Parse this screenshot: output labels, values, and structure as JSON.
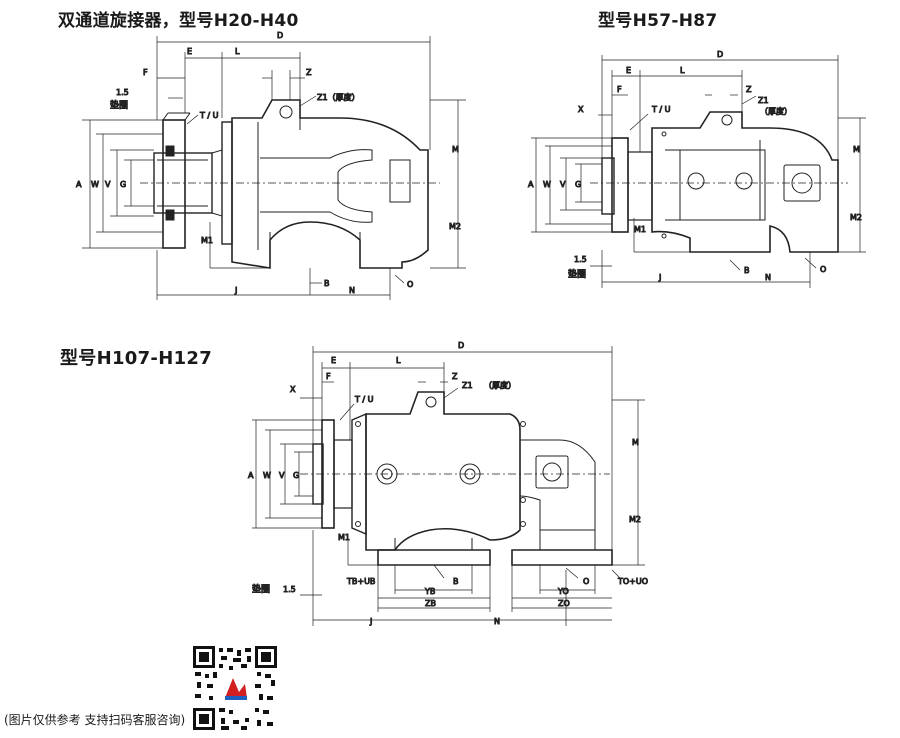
{
  "titles": {
    "top_left": "双通道旋接器，型号H20-H40",
    "top_right": "型号H57-H87",
    "bottom": "型号H107-H127"
  },
  "labels": {
    "D": "D",
    "E": "E",
    "L": "L",
    "F": "F",
    "Z": "Z",
    "X": "X",
    "Z1_thickness": "Z1（厚度）",
    "Z1": "Z1",
    "thickness": "（厚度）",
    "TU": "T / U",
    "gasket": "垫圈",
    "gasket_size": "1.5",
    "A": "A",
    "W": "W",
    "V": "V",
    "G": "G",
    "M": "M",
    "M1": "M1",
    "M2": "M2",
    "J": "J",
    "B": "B",
    "N": "N",
    "O": "O",
    "TBUB": "TB+UB",
    "TOUO": "TO+UO",
    "YB": "YB",
    "ZB": "ZB",
    "YO": "YO",
    "ZO": "ZO"
  },
  "caption": "(图片仅供参考 支持扫码客服咨询)",
  "qr_icon": "qr-code-icon",
  "colors": {
    "line": "#222222",
    "background": "#ffffff",
    "logo_red": "#d22020",
    "logo_blue": "#1f5fbf"
  }
}
